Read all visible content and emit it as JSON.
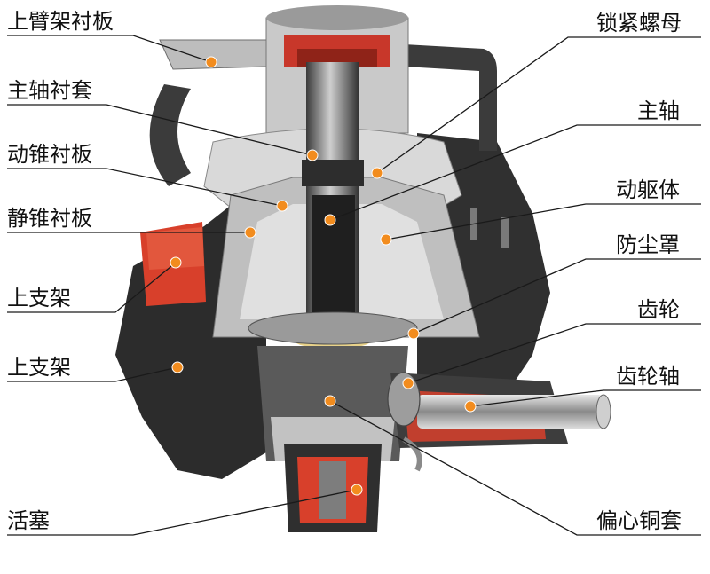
{
  "labels": {
    "upper_arm_liner": "上臂架衬板",
    "main_shaft_sleeve": "主轴衬套",
    "moving_cone_liner": "动锥衬板",
    "fixed_cone_liner": "静锥衬板",
    "upper_frame_a": "上支架",
    "upper_frame_b": "上支架",
    "piston": "活塞",
    "lock_nut": "锁紧螺母",
    "main_shaft": "主轴",
    "moving_cone_body": "动躯体",
    "dust_cover": "防尘罩",
    "gear": "齿轮",
    "gear_shaft": "齿轮轴",
    "eccentric_bushing": "偏心铜套"
  },
  "colors": {
    "marker": "#f28c1e",
    "accent_red": "#d8402b",
    "body_dark": "#2b2b2b",
    "body_gray": "#8e8e8e"
  }
}
